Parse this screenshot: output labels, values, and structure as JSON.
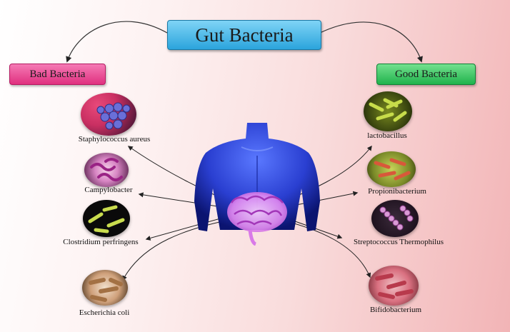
{
  "title": "Gut Bacteria",
  "bad": {
    "label": "Bad Bacteria",
    "items": [
      {
        "name": "Staphylococcus aureus",
        "color": "#3b3f9e"
      },
      {
        "name": "Campylobacter",
        "color": "#a8338c"
      },
      {
        "name": "Clostridium perfringens",
        "color": "#b8d24a"
      },
      {
        "name": "Escherichia coli",
        "color": "#c79a72"
      }
    ]
  },
  "good": {
    "label": "Good Bacteria",
    "items": [
      {
        "name": "lactobacillus",
        "color": "#a8c03a"
      },
      {
        "name": "Propionibacterium",
        "color": "#d8583a"
      },
      {
        "name": "Streptococcus Thermophilus",
        "color": "#c877c4"
      },
      {
        "name": "Bifidobacterium",
        "color": "#d05a66"
      }
    ]
  },
  "colors": {
    "title_box": "#2ba4dc",
    "bad_box": "#e0307f",
    "good_box": "#1fb34c",
    "body": "#2a3fd1",
    "intestine": "#e58bf2"
  }
}
